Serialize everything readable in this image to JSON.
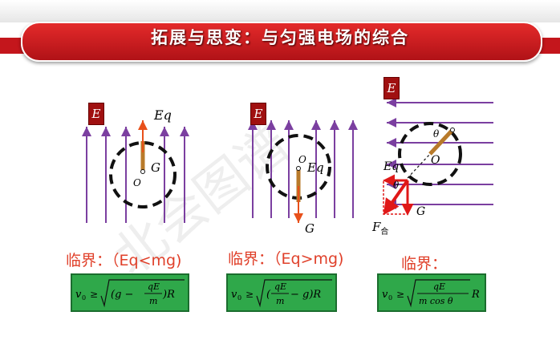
{
  "title": "拓展与思变：与匀强电场的综合",
  "colors": {
    "accent_red": "#c4161c",
    "field_line": "#7b3fa0",
    "formula_bg": "#2fa84a",
    "critical_text": "#e0402a"
  },
  "panels": [
    {
      "field_label": "E",
      "labels": {
        "force": "Eq",
        "gravity": "G",
        "center": "O"
      },
      "critical_label": "临界：（Eq<mg)",
      "formula": {
        "lhs": "v",
        "sub": "0",
        "op": "≥",
        "num": "qE",
        "den": "m",
        "left": "(g −",
        "right": ")R"
      }
    },
    {
      "field_label": "E",
      "labels": {
        "force": "Eq",
        "gravity": "G",
        "center": "O"
      },
      "critical_label": "临界：（Eq>mg)",
      "formula": {
        "lhs": "v",
        "sub": "0",
        "op": "≥",
        "num": "qE",
        "den": "m",
        "left": "(",
        "right": "− g)R"
      }
    },
    {
      "field_label": "E",
      "labels": {
        "force": "Eq",
        "gravity": "G",
        "center": "O",
        "angle": "θ",
        "angle2": "θ",
        "resultant": "F",
        "resultant_sub": "合"
      },
      "critical_label": "临界：",
      "formula": {
        "lhs": "v",
        "sub": "0",
        "op": "≥",
        "num": "qE",
        "den": "m cos θ",
        "right": "R"
      }
    }
  ],
  "watermark": "北会图谱"
}
